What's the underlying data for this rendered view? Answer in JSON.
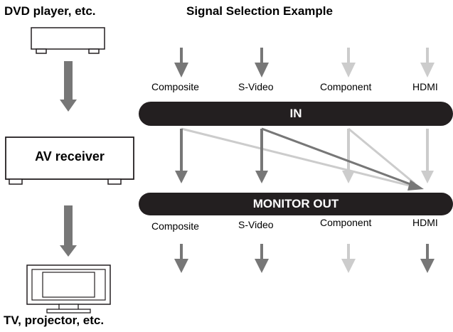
{
  "source_device": {
    "label": "DVD player, etc."
  },
  "receiver": {
    "label": "AV receiver"
  },
  "display_device": {
    "label": "TV, projector, etc."
  },
  "example": {
    "title": "Signal Selection Example"
  },
  "input_bar": {
    "label": "IN"
  },
  "output_bar": {
    "label": "MONITOR OUT"
  },
  "inputs": [
    {
      "label": "Composite",
      "active": true
    },
    {
      "label": "S-Video",
      "active": true
    },
    {
      "label": "Component",
      "active": false
    },
    {
      "label": "HDMI",
      "active": false
    }
  ],
  "outputs": [
    {
      "label": "Composite",
      "active": true
    },
    {
      "label": "S-Video",
      "active": true
    },
    {
      "label": "Component",
      "active": false
    },
    {
      "label": "HDMI",
      "active": true
    }
  ],
  "colors": {
    "active_arrow": "#777777",
    "inactive_arrow": "#cccccc",
    "bar": "#231f20",
    "outline": "#231f20"
  }
}
